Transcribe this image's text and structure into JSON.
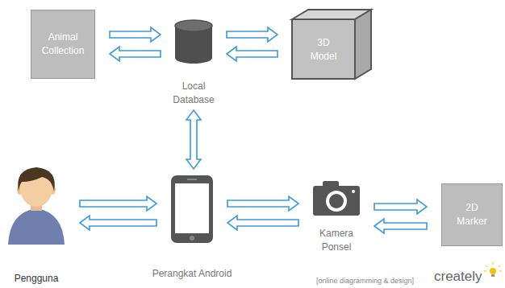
{
  "diagram": {
    "nodes": [
      {
        "text": [
          "Animal Collection"
        ]
      },
      {
        "text": [
          "Local Database"
        ]
      },
      {
        "text": [
          "3D Model"
        ]
      },
      {
        "text": [
          "Pengguna"
        ]
      },
      {
        "text": [
          "Perangkat Android"
        ]
      },
      {
        "text": [
          "Kamera Ponsel"
        ]
      },
      {
        "text": [
          "2D Marker"
        ]
      }
    ],
    "edges": [
      {
        "from": 0,
        "to": 1,
        "arrow": "both"
      },
      {
        "from": 1,
        "to": 2,
        "arrow": "both"
      },
      {
        "from": 1,
        "to": 4,
        "arrow": "both"
      },
      {
        "from": 3,
        "to": 4,
        "arrow": "both"
      },
      {
        "from": 4,
        "to": 5,
        "arrow": "both"
      },
      {
        "from": 5,
        "to": 6,
        "arrow": "both"
      }
    ],
    "labels": [
      "[online diagramming & design]",
      "creately"
    ]
  }
}
